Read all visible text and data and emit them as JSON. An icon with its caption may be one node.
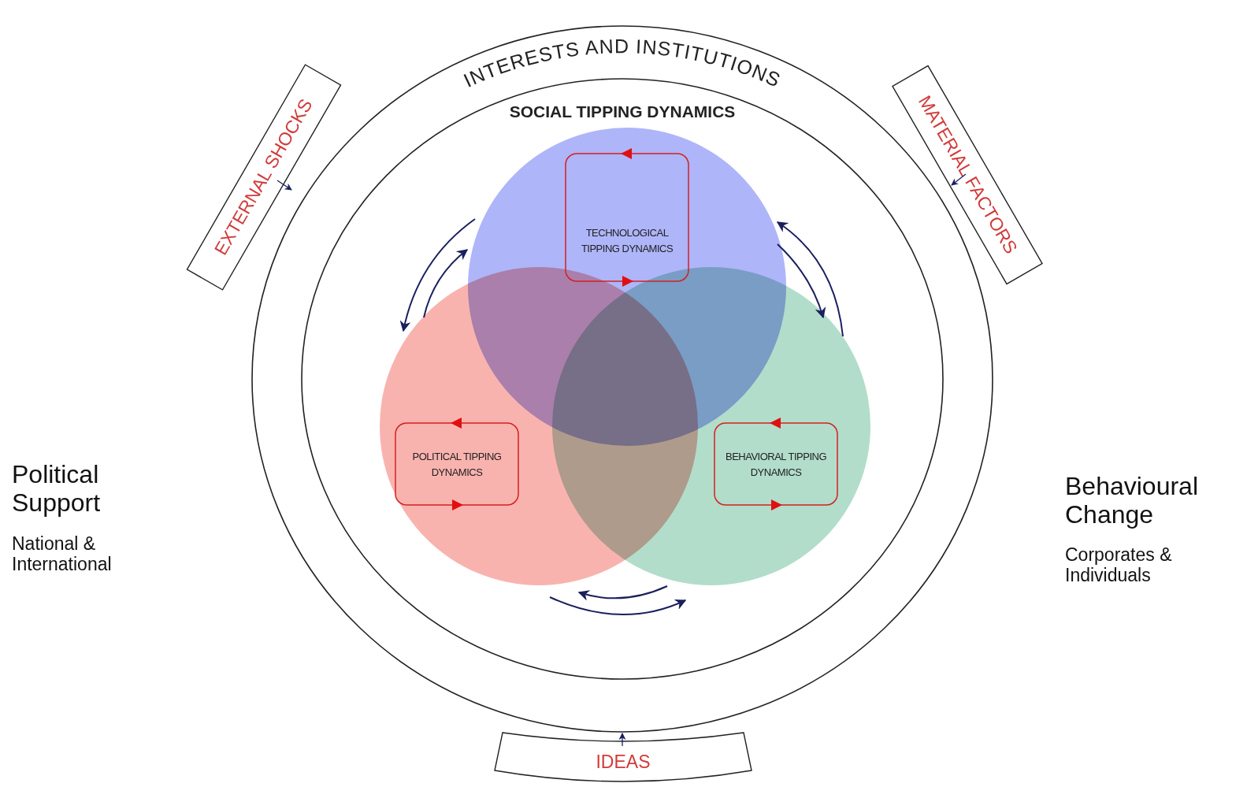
{
  "diagram": {
    "nodes": [
      {
        "text": [
          "INTERESTS AND INSTITUTIONS"
        ]
      },
      {
        "text": [
          "SOCIAL TIPPING DYNAMICS"
        ],
        "in": 0
      },
      {
        "text": [
          "TECHNOLOGICAL TIPPING DYNAMICS"
        ],
        "in": 1
      },
      {
        "text": [
          "POLITICAL TIPPING DYNAMICS"
        ],
        "in": 1
      },
      {
        "text": [
          "BEHAVIORAL TIPPING DYNAMICS"
        ],
        "in": 1
      },
      {
        "text": [
          "EXTERNAL SHOCKS"
        ]
      },
      {
        "text": [
          "MATERIAL FACTORS"
        ]
      },
      {
        "text": [
          "IDEAS"
        ]
      }
    ],
    "edges": [
      {
        "from": 5,
        "to": 0,
        "arrow": "to"
      },
      {
        "from": 6,
        "to": 0,
        "arrow": "to"
      },
      {
        "from": 7,
        "to": 0,
        "arrow": "to"
      },
      {
        "from": 2,
        "to": 3,
        "arrow": "to"
      },
      {
        "from": 3,
        "to": 2,
        "arrow": "to"
      },
      {
        "from": 4,
        "to": 2,
        "arrow": "to"
      },
      {
        "from": 2,
        "to": 4,
        "arrow": "to"
      },
      {
        "from": 4,
        "to": 3,
        "arrow": "to"
      },
      {
        "from": 3,
        "to": 4,
        "arrow": "to"
      }
    ],
    "labels": [
      "Political Support",
      "National & International",
      "Behavioural Change",
      "Corporates & Individuals"
    ]
  }
}
